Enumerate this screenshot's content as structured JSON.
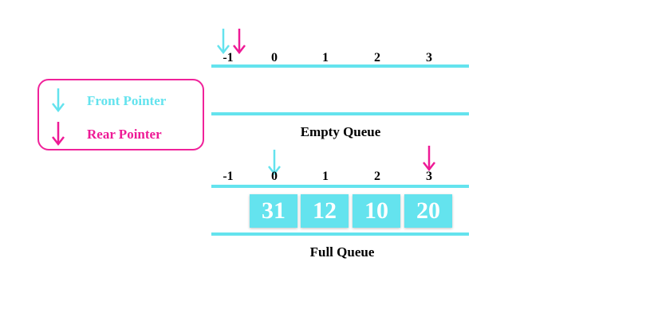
{
  "legend": {
    "front_label": "Front Pointer",
    "rear_label": "Rear Pointer"
  },
  "colors": {
    "front": "#64e3ee",
    "rear": "#ee1a96",
    "cell": "#64e3ee",
    "legend_border": "#f0229a"
  },
  "empty_queue": {
    "caption": "Empty Queue",
    "indices": [
      "-1",
      "0",
      "1",
      "2",
      "3"
    ],
    "front_index": "-1",
    "rear_index": "-1"
  },
  "full_queue": {
    "caption": "Full Queue",
    "indices": [
      "-1",
      "0",
      "1",
      "2",
      "3"
    ],
    "values": [
      "31",
      "12",
      "10",
      "20"
    ],
    "front_index": "0",
    "rear_index": "3"
  }
}
